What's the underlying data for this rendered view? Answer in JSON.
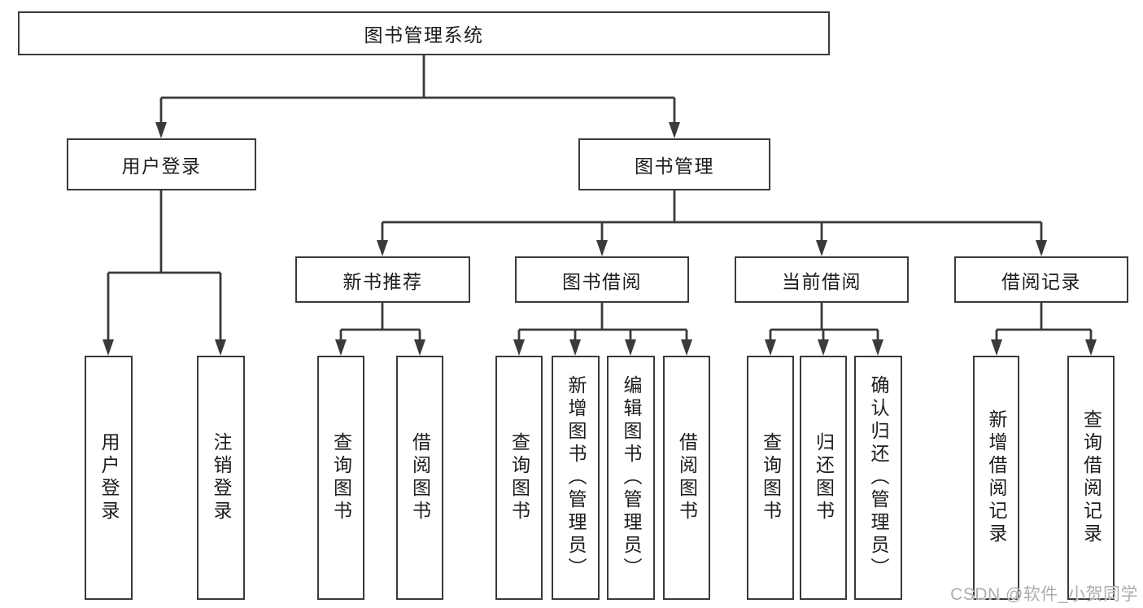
{
  "watermark": "CSDN @软件_小贺同学",
  "colors": {
    "line": "#3a3a3a",
    "text": "#1c1c1c",
    "background": "#ffffff",
    "watermark": "#b1abab"
  },
  "tree": {
    "root": {
      "label": "图书管理系统",
      "children": [
        {
          "label": "用户登录",
          "children": [
            {
              "label": "用户登录"
            },
            {
              "label": "注销登录"
            }
          ]
        },
        {
          "label": "图书管理",
          "children": [
            {
              "label": "新书推荐",
              "children": [
                {
                  "label": "查询图书"
                },
                {
                  "label": "借阅图书"
                }
              ]
            },
            {
              "label": "图书借阅",
              "children": [
                {
                  "label": "查询图书"
                },
                {
                  "label": "新增图书（管理员）"
                },
                {
                  "label": "编辑图书（管理员）"
                },
                {
                  "label": "借阅图书"
                }
              ]
            },
            {
              "label": "当前借阅",
              "children": [
                {
                  "label": "查询图书"
                },
                {
                  "label": "归还图书"
                },
                {
                  "label": "确认归还（管理员）"
                }
              ]
            },
            {
              "label": "借阅记录",
              "children": [
                {
                  "label": "新增借阅记录"
                },
                {
                  "label": "查询借阅记录"
                }
              ]
            }
          ]
        }
      ]
    }
  }
}
